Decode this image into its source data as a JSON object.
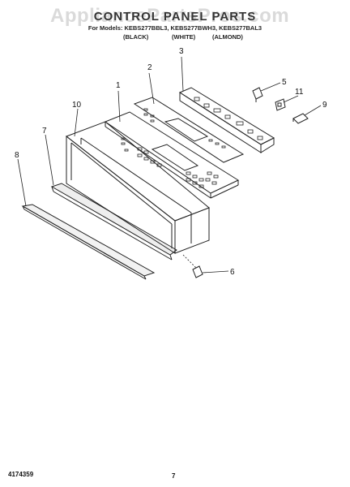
{
  "header": {
    "title": "CONTROL PANEL PARTS",
    "models": "For Models: KEBS277BBL3, KEBS277BWH3, KEBS277BAL3",
    "colors": [
      "(BLACK)",
      "(WHITE)",
      "(ALMOND)"
    ],
    "watermark": "AppliancePartsPros.com"
  },
  "callouts": [
    "1",
    "2",
    "3",
    "5",
    "6",
    "7",
    "8",
    "9",
    "10",
    "11"
  ],
  "footer": {
    "part_number": "4174359",
    "page_number": "7"
  }
}
